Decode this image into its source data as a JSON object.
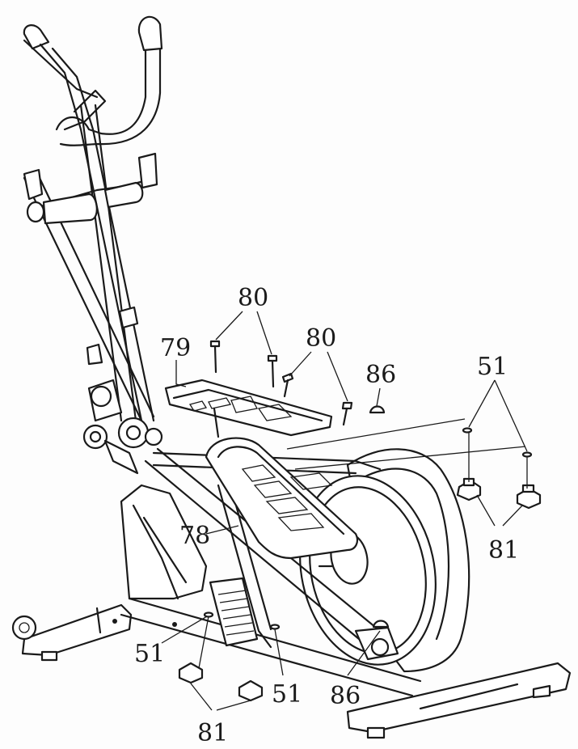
{
  "callouts": [
    {
      "id": "c80a",
      "label": "80"
    },
    {
      "id": "c80b",
      "label": "80"
    },
    {
      "id": "c79",
      "label": "79"
    },
    {
      "id": "c86a",
      "label": "86"
    },
    {
      "id": "c51a",
      "label": "51"
    },
    {
      "id": "c81a",
      "label": "81"
    },
    {
      "id": "c78",
      "label": "78"
    },
    {
      "id": "c51b",
      "label": "51"
    },
    {
      "id": "c51c",
      "label": "51"
    },
    {
      "id": "c86b",
      "label": "86"
    },
    {
      "id": "c81b",
      "label": "81"
    }
  ]
}
